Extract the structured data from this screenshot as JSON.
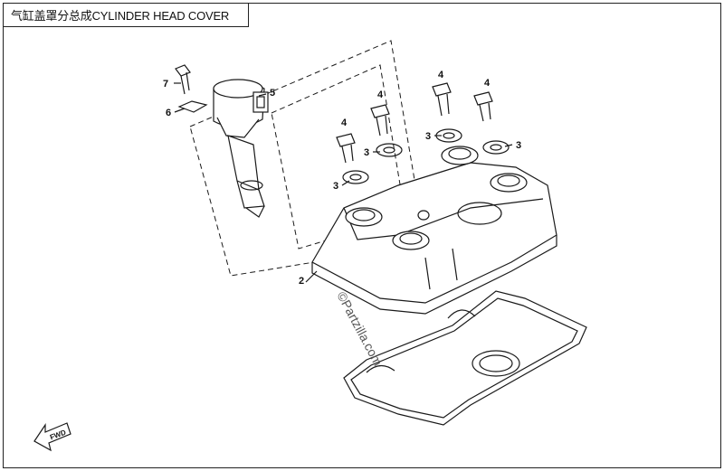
{
  "title": "气缸盖罩分总成CYLINDER HEAD COVER",
  "watermark": "©Partzilla.com",
  "fwd_label": "FWD",
  "callouts": {
    "c2": "2",
    "c3a": "3",
    "c3b": "3",
    "c3c": "3",
    "c3d": "3",
    "c4a": "4",
    "c4b": "4",
    "c4c": "4",
    "c4d": "4",
    "c5": "5",
    "c6": "6",
    "c7": "7"
  },
  "colors": {
    "line": "#1a1a1a",
    "fill": "#ffffff",
    "watermark": "#555555"
  }
}
